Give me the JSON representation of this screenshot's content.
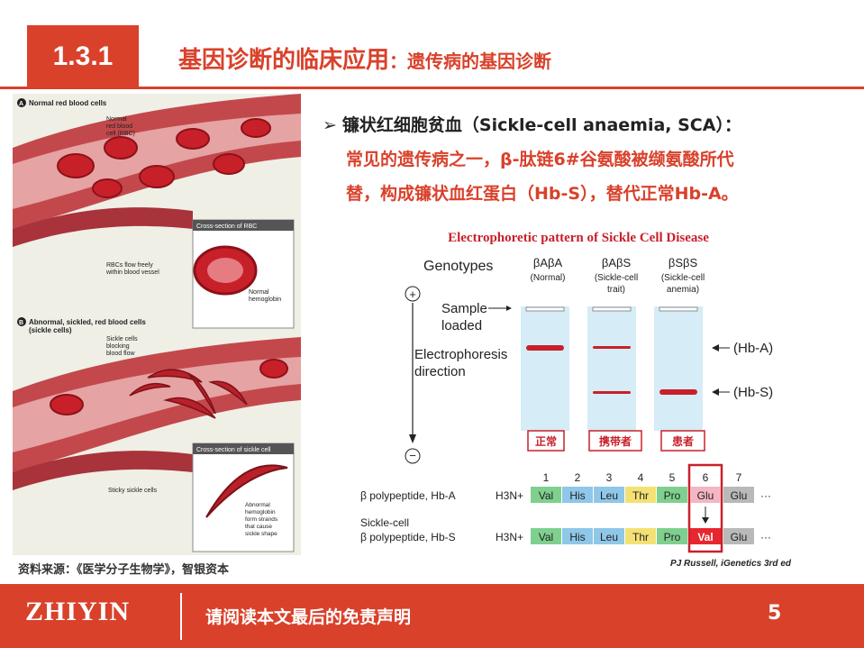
{
  "header": {
    "section_number": "1.3.1",
    "title_main": "基因诊断的临床应用",
    "title_sub": "：遗传病的基因诊断"
  },
  "left_figure": {
    "label_a": "Normal red blood cells",
    "normal_rbc": [
      "Normal",
      "red blood",
      "cell (RBC)"
    ],
    "cross_section_rbc": "Cross-section of RBC",
    "rbc_flow": [
      "RBCs flow freely",
      "within blood vessel"
    ],
    "normal_hemoglobin": [
      "Normal",
      "hemoglobin"
    ],
    "label_b": [
      "Abnormal, sickled, red blood cells",
      "(sickle cells)"
    ],
    "sickle_blocking": [
      "Sickle cells",
      "blocking",
      "blood flow"
    ],
    "cross_section_sickle": "Cross-section of sickle cell",
    "sticky": "Sticky sickle cells",
    "abnormal_hemoglobin": [
      "Abnormal",
      "hemoglobin",
      "form strands",
      "that cause",
      "sickle shape"
    ]
  },
  "source": "资料来源：《医学分子生物学》，智银资本",
  "bullet": {
    "lead": "镰状红细胞贫血（Sickle-cell anaemia, SCA）：",
    "line2": "常见的遗传病之一，β-肽链6#谷氨酸被缬氨酸所代",
    "line3": "替，构成镰状血红蛋白（Hb-S），替代正常Hb-A。"
  },
  "electrophoresis": {
    "title": "Electrophoretic pattern of Sickle Cell Disease",
    "genotypes_label": "Genotypes",
    "genotypes": [
      {
        "name": "βAβA",
        "note": "(Normal)",
        "cn": "正常"
      },
      {
        "name": "βAβS",
        "note": "(Sickle-cell trait)",
        "cn": "携带者"
      },
      {
        "name": "βSβS",
        "note": "(Sickle-cell anemia)",
        "cn": "患者"
      }
    ],
    "plus": "+",
    "minus": "−",
    "sample_loaded": [
      "Sample",
      "loaded"
    ],
    "direction": [
      "Electrophoresis",
      "direction"
    ],
    "hba": "(Hb-A)",
    "hbs": "(Hb-S)",
    "positions": [
      "1",
      "2",
      "3",
      "4",
      "5",
      "6",
      "7"
    ],
    "hba_label": "β polypeptide, Hb-A",
    "hbs_label": [
      "Sickle-cell",
      "β polypeptide, Hb-S"
    ],
    "h3n": "H3N+",
    "hba_seq": [
      "Val",
      "His",
      "Leu",
      "Thr",
      "Pro",
      "Glu",
      "Glu"
    ],
    "hbs_seq": [
      "Val",
      "His",
      "Leu",
      "Thr",
      "Pro",
      "Val",
      "Glu"
    ],
    "ellipsis": "···",
    "credit": "PJ Russell, iGenetics 3rd ed"
  },
  "footer": {
    "logo": "ZHIYIN",
    "notice": "请阅读本文最后的免责声明",
    "page": "5"
  }
}
